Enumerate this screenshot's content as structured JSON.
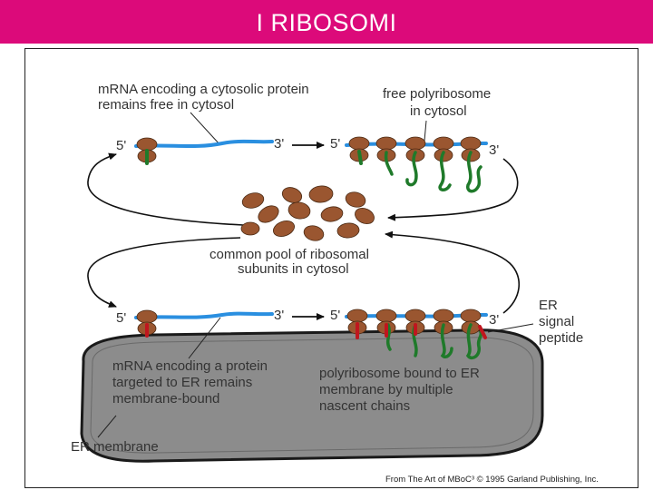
{
  "slide": {
    "title": "I RIBOSOMI"
  },
  "colors": {
    "title_bar": "#dc0a7a",
    "mrna": "#2a8fe0",
    "ribosome": "#9a5630",
    "nascent_chain": "#1f7a2a",
    "signal_peptide": "#c0161e",
    "er_lumen": "#8c8c8c",
    "er_membrane": "#1a1a1a"
  },
  "diagram": {
    "label_cytosolic_mrna_1": "mRNA encoding a cytosolic protein",
    "label_cytosolic_mrna_2": "remains free in cytosol",
    "label_free_polyribosome_1": "free polyribosome",
    "label_free_polyribosome_2": "in cytosol",
    "label_common_pool_1": "common pool of ribosomal",
    "label_common_pool_2": "subunits in cytosol",
    "label_er_mrna_1": "mRNA encoding a protein",
    "label_er_mrna_2": "targeted to ER remains",
    "label_er_mrna_3": "membrane-bound",
    "label_bound_polyribosome_1": "polyribosome bound to ER",
    "label_bound_polyribosome_2": "membrane by multiple",
    "label_bound_polyribosome_3": "nascent chains",
    "label_er_signal_1": "ER",
    "label_er_signal_2": "signal",
    "label_er_signal_3": "peptide",
    "label_er_membrane": "ER membrane",
    "end_5prime": "5'",
    "end_3prime": "3'",
    "credit": "From The Art of MBoC³ © 1995 Garland Publishing, Inc."
  }
}
